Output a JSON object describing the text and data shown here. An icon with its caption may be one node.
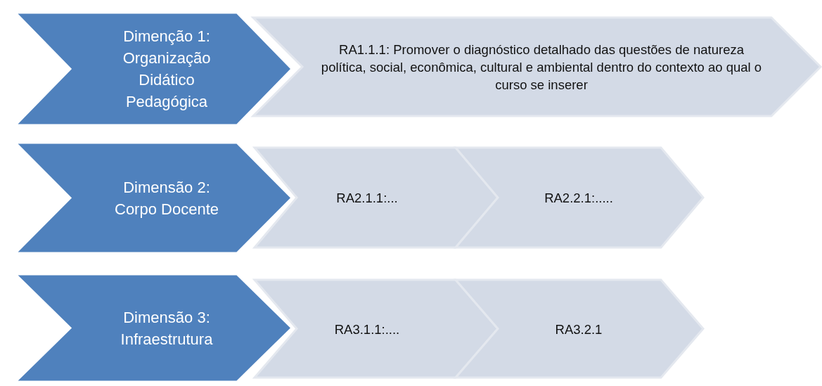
{
  "diagram": {
    "nodes": [
      {
        "text": [
          "Dimenção 1: Organização Didático Pedagógica"
        ]
      },
      {
        "text": [
          "RA1.1.1: Promover o diagnóstico detalhado das questões de natureza política, social, econômica, cultural e ambiental dentro do contexto ao qual o curso se inserer"
        ]
      },
      {
        "text": [
          "Dimensão 2: Corpo Docente"
        ]
      },
      {
        "text": [
          "RA2.1.1:..."
        ]
      },
      {
        "text": [
          "RA2.2.1:....."
        ]
      },
      {
        "text": [
          "Dimensão 3: Infraestrutura"
        ]
      },
      {
        "text": [
          "RA3.1.1:...."
        ]
      },
      {
        "text": [
          "RA3.2.1"
        ]
      }
    ]
  }
}
